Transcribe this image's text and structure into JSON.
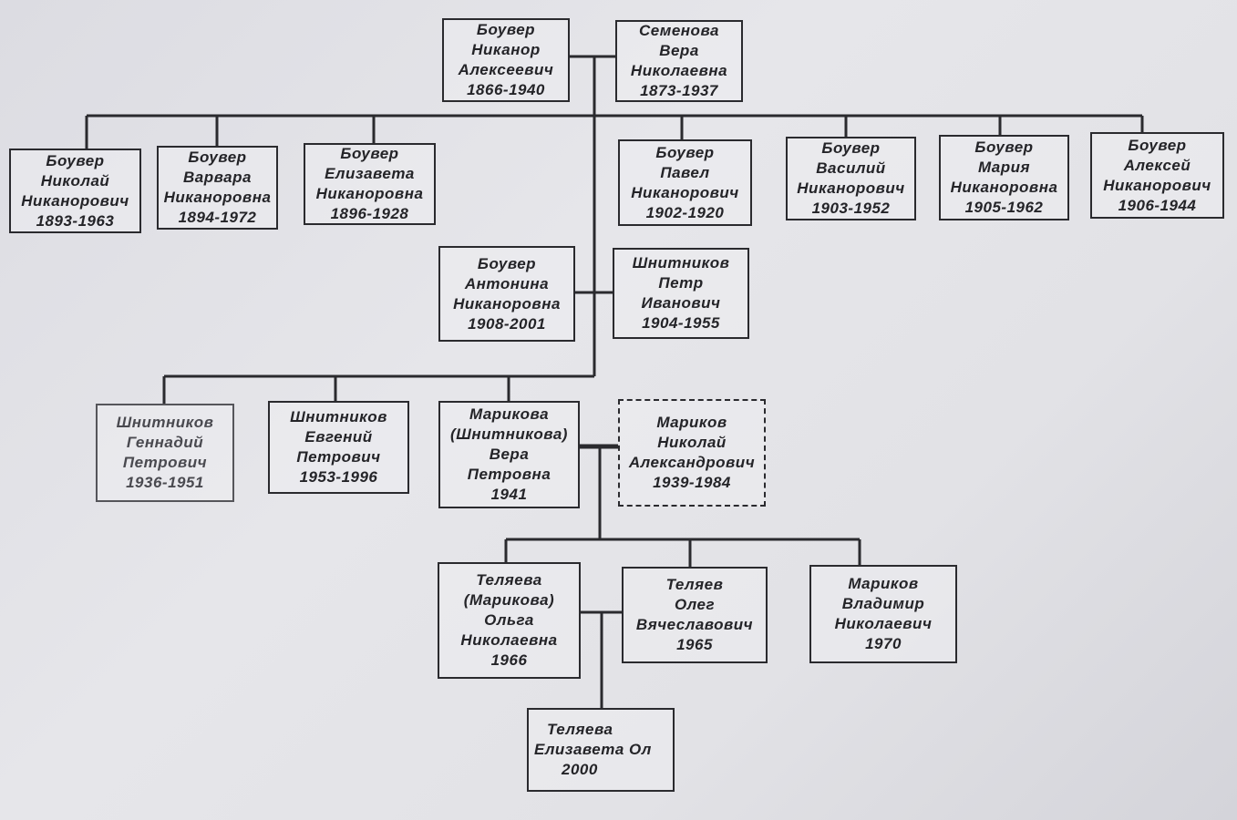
{
  "people": {
    "nikanor": [
      "Боувер",
      "Никанор",
      "Алексеевич",
      "1866-1940"
    ],
    "vera_s": [
      "Семенова",
      "Вера",
      "Николаевна",
      "1873-1937"
    ],
    "nikolai": [
      "Боувер",
      "Николай",
      "Никанорович",
      "1893-1963"
    ],
    "varvara": [
      "Боувер",
      "Варвара",
      "Никаноровна",
      "1894-1972"
    ],
    "elizaveta": [
      "Боувер",
      "Елизавета",
      "Никаноровна",
      "1896-1928"
    ],
    "pavel": [
      "Боувер",
      "Павел",
      "Никанорович",
      "1902-1920"
    ],
    "vasily": [
      "Боувер",
      "Василий",
      "Никанорович",
      "1903-1952"
    ],
    "maria": [
      "Боувер",
      "Мария",
      "Никаноровна",
      "1905-1962"
    ],
    "aleksei": [
      "Боувер",
      "Алексей",
      "Никанорович",
      "1906-1944"
    ],
    "antonina": [
      "Боувер",
      "Антонина",
      "Никаноровна",
      "1908-2001"
    ],
    "petr": [
      "Шнитников",
      "Петр",
      "Иванович",
      "1904-1955"
    ],
    "gennady": [
      "Шнитников",
      "Геннадий",
      "Петрович",
      "1936-1951"
    ],
    "evgeny": [
      "Шнитников",
      "Евгений",
      "Петрович",
      "1953-1996"
    ],
    "vera_m": [
      "Марикова",
      "(Шнитникова)",
      "Вера",
      "Петровна",
      "1941"
    ],
    "nikolai_m": [
      "Мариков",
      "Николай",
      "Александрович",
      "1939-1984"
    ],
    "olga": [
      "Теляева",
      "(Марикова)",
      "Ольга",
      "Николаевна",
      "1966"
    ],
    "oleg": [
      "Теляев",
      "Олег",
      "Вячеславович",
      "1965"
    ],
    "vladimir": [
      "Мариков",
      "Владимир",
      "Николаевич",
      "1970"
    ],
    "elizaveta_t": [
      "Теляева",
      "Елизавета Ол",
      "2000"
    ]
  }
}
